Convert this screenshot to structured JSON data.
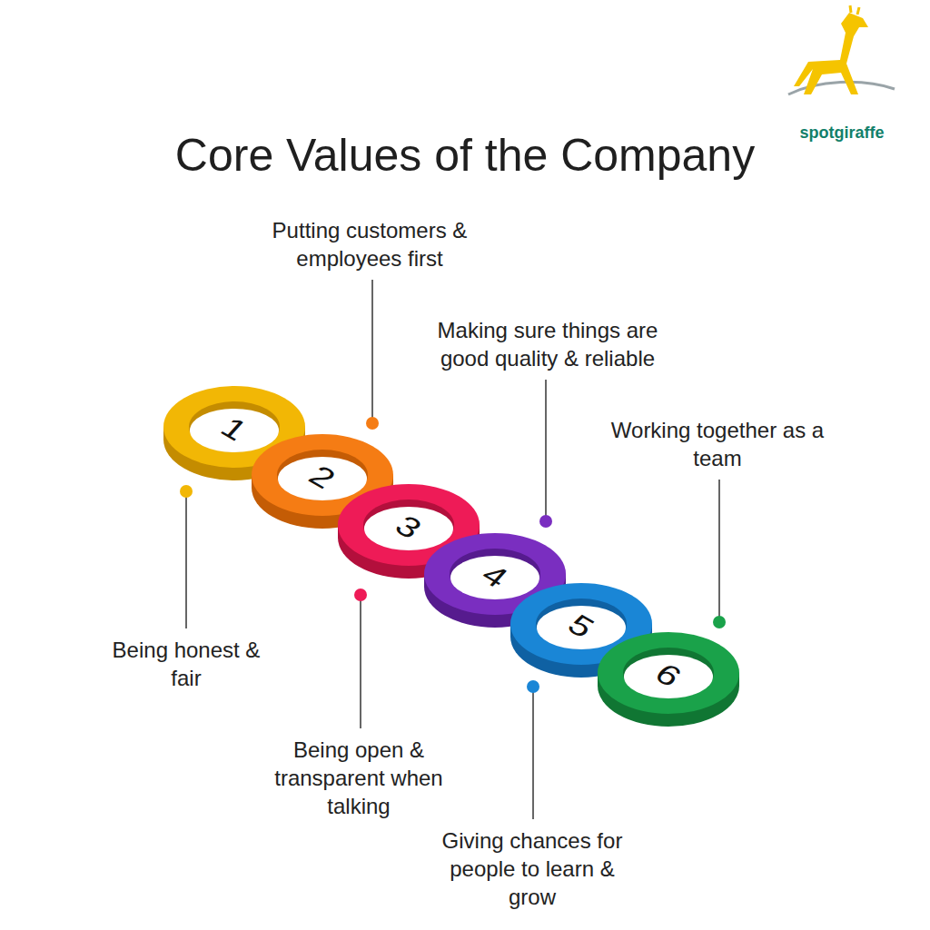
{
  "diagram": {
    "title": "Core Values of the Company",
    "nodes": [
      {
        "text": [
          "1",
          "Being honest & fair"
        ]
      },
      {
        "text": [
          "2",
          "Putting customers & employees first"
        ]
      },
      {
        "text": [
          "3",
          "Being open & transparent when talking"
        ]
      },
      {
        "text": [
          "4",
          "Making sure things are good quality & reliable"
        ]
      },
      {
        "text": [
          "5",
          "Giving chances for people to learn & grow"
        ]
      },
      {
        "text": [
          "6",
          "Working together as a team"
        ]
      }
    ],
    "labels": [
      "spotgiraffe"
    ]
  }
}
